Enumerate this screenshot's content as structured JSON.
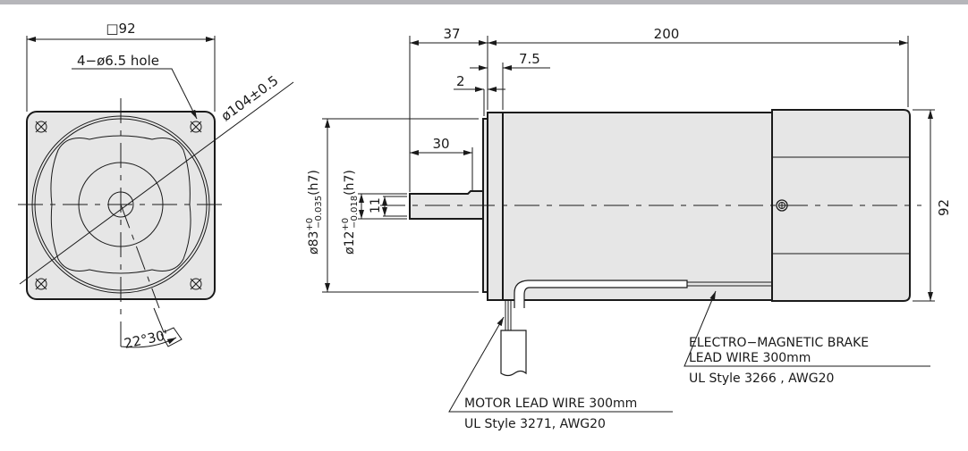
{
  "front_view": {
    "square_dim": "□92",
    "hole_label": "4−ø6.5 hole",
    "pcd_dim": "ø104±0.5",
    "angle_dim": "22°30'"
  },
  "side_view": {
    "dim_37": "37",
    "dim_200": "200",
    "dim_7_5": "7.5",
    "dim_2": "2",
    "dim_30": "30",
    "dim_11": "11",
    "dim_92": "92",
    "pilot_dia": {
      "main": "ø83",
      "upper": "+0",
      "lower": "−0.035",
      "fit": "(h7)"
    },
    "shaft_dia": {
      "main": "ø12",
      "upper": "+0",
      "lower": "−0.018",
      "fit": "(h7)"
    }
  },
  "notes": {
    "motor_lead_line1": "MOTOR LEAD WIRE 300mm",
    "motor_lead_line2": "UL Style 3271, AWG20",
    "brake_lead_line1": "ELECTRO−MAGNETIC BRAKE",
    "brake_lead_line2": "LEAD WIRE 300mm",
    "brake_lead_line3": "UL Style 3266 , AWG20"
  }
}
